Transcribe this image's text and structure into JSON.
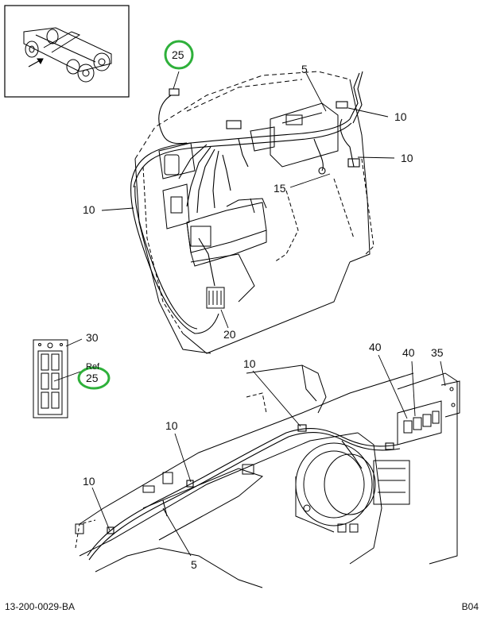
{
  "callouts": {
    "c25_top": "25",
    "c5_top": "5",
    "c10_a": "10",
    "c10_b": "10",
    "c15": "15",
    "c10_left": "10",
    "c20": "20",
    "c30": "30",
    "ref": "Ref",
    "c25_ref": "25",
    "c10_mid": "10",
    "c40_a": "40",
    "c40_b": "40",
    "c35": "35",
    "c10_c": "10",
    "c10_d": "10",
    "c5_bottom": "5"
  },
  "highlight_color": "#2eb03a",
  "footer": {
    "document_id": "13-200-0029-BA",
    "page_code": "B04"
  }
}
